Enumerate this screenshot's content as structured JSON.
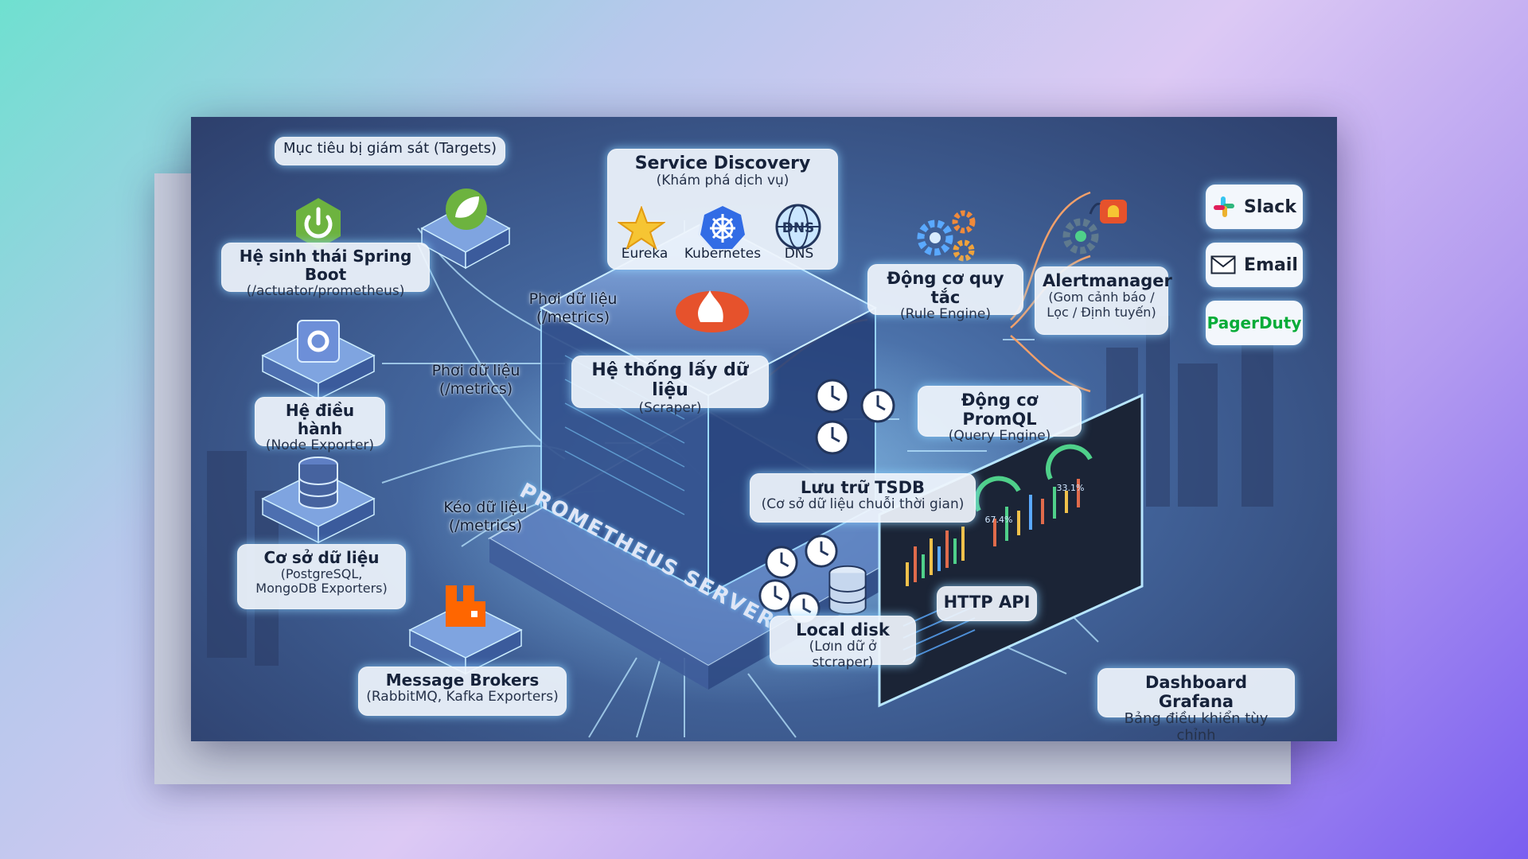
{
  "targets": {
    "title": "Mục tiêu bị giám sát (Targets)",
    "spring": {
      "title": "Hệ sinh thái Spring Boot",
      "subtitle": "(/actuator/prometheus)"
    },
    "os": {
      "title": "Hệ điều hành",
      "subtitle": "(Node Exporter)"
    },
    "db": {
      "title": "Cơ sở dữ liệu",
      "subtitle": "(PostgreSQL, MongoDB Exporters)"
    },
    "brokers": {
      "title": "Message Brokers",
      "subtitle": "(RabbitMQ, Kafka Exporters)"
    }
  },
  "edges": {
    "expose1": {
      "title": "Phơi dữ liệu",
      "subtitle": "(/metrics)"
    },
    "expose2": {
      "title": "Phơi dữ liệu",
      "subtitle": "(/metrics)"
    },
    "pull": {
      "title": "Kéo dữ liệu",
      "subtitle": "(/metrics)"
    }
  },
  "service_discovery": {
    "title": "Service Discovery",
    "subtitle": "(Khám phá dịch vụ)",
    "items": [
      "Eureka",
      "Kubernetes",
      "DNS"
    ],
    "dns_icon_text": "DNS"
  },
  "server": {
    "label": "PROMETHEUS SERVER",
    "scraper": {
      "title": "Hệ thống lấy dữ liệu",
      "subtitle": "(Scraper)"
    },
    "tsdb": {
      "title": "Lưu trữ TSDB",
      "subtitle": "(Cơ sở dữ liệu chuỗi thời gian)"
    },
    "local_disk": {
      "title": "Local disk",
      "subtitle": "(Lơın dữ ở stcraper)"
    },
    "http_api": "HTTP API",
    "promql": {
      "title": "Động cơ PromQL",
      "subtitle": "(Query Engine)"
    },
    "rule_engine": {
      "title": "Động cơ quy tắc",
      "subtitle": "(Rule Engine)"
    }
  },
  "alertmanager": {
    "title": "Alertmanager",
    "subtitle": "(Gom cảnh báo / Lọc / Định tuyến)",
    "receivers": [
      "Slack",
      "Email",
      "PagerDuty"
    ]
  },
  "grafana": {
    "title": "Dashboard Grafana",
    "subtitle": "Bảng điều khiển tùy chỉnh",
    "gauges": [
      "67.4%",
      "33.1%"
    ]
  },
  "colors": {
    "spring": "#6db33f",
    "rabbitmq": "#ff6600",
    "prometheus": "#e6522c",
    "kubernetes": "#326ce5",
    "pagerduty": "#06ac38",
    "glow": "#8fd6ff"
  },
  "icons": [
    "spring-power-icon",
    "spring-leaf-icon",
    "os-gear-icon",
    "database-icon",
    "rabbitmq-icon",
    "star-icon",
    "kubernetes-helm-icon",
    "dns-globe-icon",
    "prometheus-flame-icon",
    "gears-icon",
    "bell-icon",
    "clock-icon",
    "disk-icon",
    "slack-icon",
    "mail-icon"
  ]
}
